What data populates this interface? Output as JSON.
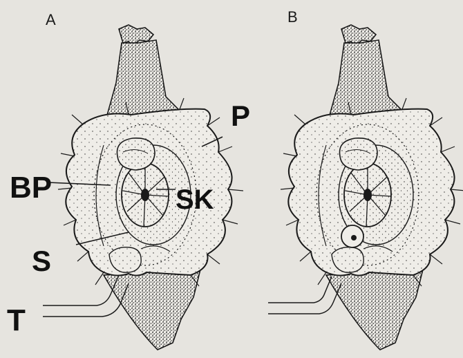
{
  "figure": {
    "panels": [
      {
        "letter": "A"
      },
      {
        "letter": "B"
      }
    ],
    "labels": {
      "bp": "BP",
      "sk": "SK",
      "p": "P",
      "s": "S",
      "t": "T"
    },
    "colors": {
      "background": "#e6e4df",
      "ink": "#1a1a1a"
    }
  }
}
